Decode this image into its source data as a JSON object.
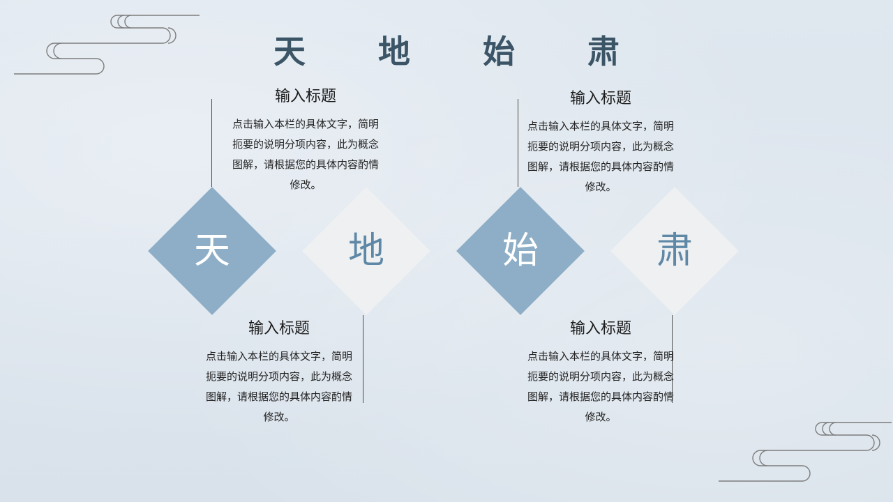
{
  "title": "天 地 始 肃",
  "diamonds": [
    {
      "char": "天",
      "style": "dark"
    },
    {
      "char": "地",
      "style": "light"
    },
    {
      "char": "始",
      "style": "dark"
    },
    {
      "char": "肃",
      "style": "light"
    }
  ],
  "blocks": [
    {
      "title": "输入标题",
      "desc": "点击输入本栏的具体文字，简明扼要的说明分项内容，此为概念图解，请根据您的具体内容酌情修改。"
    },
    {
      "title": "输入标题",
      "desc": "点击输入本栏的具体文字，简明扼要的说明分项内容，此为概念图解，请根据您的具体内容酌情修改。"
    },
    {
      "title": "输入标题",
      "desc": "点击输入本栏的具体文字，简明扼要的说明分项内容，此为概念图解，请根据您的具体内容酌情修改。"
    },
    {
      "title": "输入标题",
      "desc": "点击输入本栏的具体文字，简明扼要的说明分项内容，此为概念图解，请根据您的具体内容酌情修改。"
    }
  ],
  "colors": {
    "background": "#dce5ee",
    "diamond_dark": "#8daec6",
    "diamond_light": "#eef0f2",
    "title": "#3b5567",
    "light_char": "#5f88a6"
  }
}
